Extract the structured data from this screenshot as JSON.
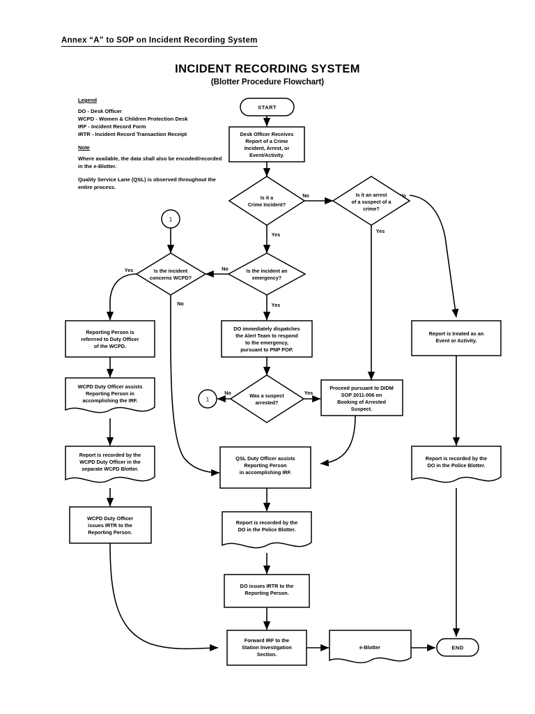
{
  "document": {
    "annex_header": "Annex “A” to SOP on Incident Recording System",
    "title": "INCIDENT RECORDING SYSTEM",
    "subtitle": "(Blotter Procedure Flowchart)"
  },
  "legend": {
    "heading": "Legend",
    "entries": [
      "DO - Desk Officer",
      "WCPD - Women & Children Protection Desk",
      "IRF - Incident Record Form",
      "IRTR - Incident Record Transaction Receipt"
    ],
    "note_heading": "Note",
    "notes": [
      "Where available, the data shall also be encoded/recorded in the e-Blotter.",
      "Quality Service Lane (QSL) is observed throughout the entire process."
    ]
  },
  "flowchart": {
    "type": "flowchart",
    "nodes": [
      {
        "id": "start",
        "shape": "terminator",
        "text": "START"
      },
      {
        "id": "receive",
        "shape": "process",
        "text": "Desk Officer Receives Report of a Crime Incident, Arrest, or Event/Activity."
      },
      {
        "id": "d_crime",
        "shape": "decision",
        "text": "Is it a Crime Incident?"
      },
      {
        "id": "d_arrest",
        "shape": "decision",
        "text": "Is it an arrest of a suspect of a crime?"
      },
      {
        "id": "conn_top",
        "shape": "connector",
        "text": "1"
      },
      {
        "id": "d_wcpd",
        "shape": "decision",
        "text": "Is the incident concerns WCPD?"
      },
      {
        "id": "d_emergency",
        "shape": "decision",
        "text": "Is the incident an emergency?"
      },
      {
        "id": "refer_wcpd",
        "shape": "process",
        "text": "Reporting Person is referrred to Duty Officer of the WCPD."
      },
      {
        "id": "dispatch",
        "shape": "process",
        "text": "DO immediately dispatches the Alert Team to respond to the emergency, pursuant to PNP POP."
      },
      {
        "id": "event",
        "shape": "process",
        "text": "Report is treated as an Event or Activity."
      },
      {
        "id": "wcpd_irf",
        "shape": "document",
        "text": "WCPD Duty Officer assists Reporting Person in accomplishing the IRF."
      },
      {
        "id": "d_suspect",
        "shape": "decision",
        "text": "Was a suspect arrested?"
      },
      {
        "id": "conn_mid",
        "shape": "connector",
        "text": "1"
      },
      {
        "id": "didm",
        "shape": "process",
        "text": "Proceed pursuant to DIDM SOP 2011-006 on Booking of Arrested Suspect."
      },
      {
        "id": "wcpd_blotter",
        "shape": "document",
        "text": "Report is recorded by the WCPD Duty Officer in the separate WCPD Blotter."
      },
      {
        "id": "qsl_irf",
        "shape": "process",
        "text": "QSL Duty Officer assists Reporting Person in accomplishing IRF."
      },
      {
        "id": "blotter_r",
        "shape": "document",
        "text": "Report is recorded by the DO in the Police Blotter."
      },
      {
        "id": "wcpd_irtr",
        "shape": "process",
        "text": "WCPD Duty Officer issues IRTR to the Reporting Person."
      },
      {
        "id": "blotter_c",
        "shape": "document",
        "text": "Report is recorded by the DO in the Police Blotter."
      },
      {
        "id": "do_irtr",
        "shape": "process",
        "text": "DO issues IRTR to the Reporting Person."
      },
      {
        "id": "forward",
        "shape": "process",
        "text": "Forward IRF to the Station Investigation Section."
      },
      {
        "id": "eblotter",
        "shape": "document",
        "text": "e-Blotter"
      },
      {
        "id": "end",
        "shape": "terminator",
        "text": "END"
      }
    ],
    "edge_labels": {
      "crime_no": "No",
      "crime_yes": "Yes",
      "arrest_no": "No",
      "arrest_yes": "Yes",
      "wcpd_yes": "Yes",
      "wcpd_no": "No",
      "emergency_no": "No",
      "emergency_yes": "Yes",
      "suspect_no": "No",
      "suspect_yes": "Yes"
    }
  }
}
